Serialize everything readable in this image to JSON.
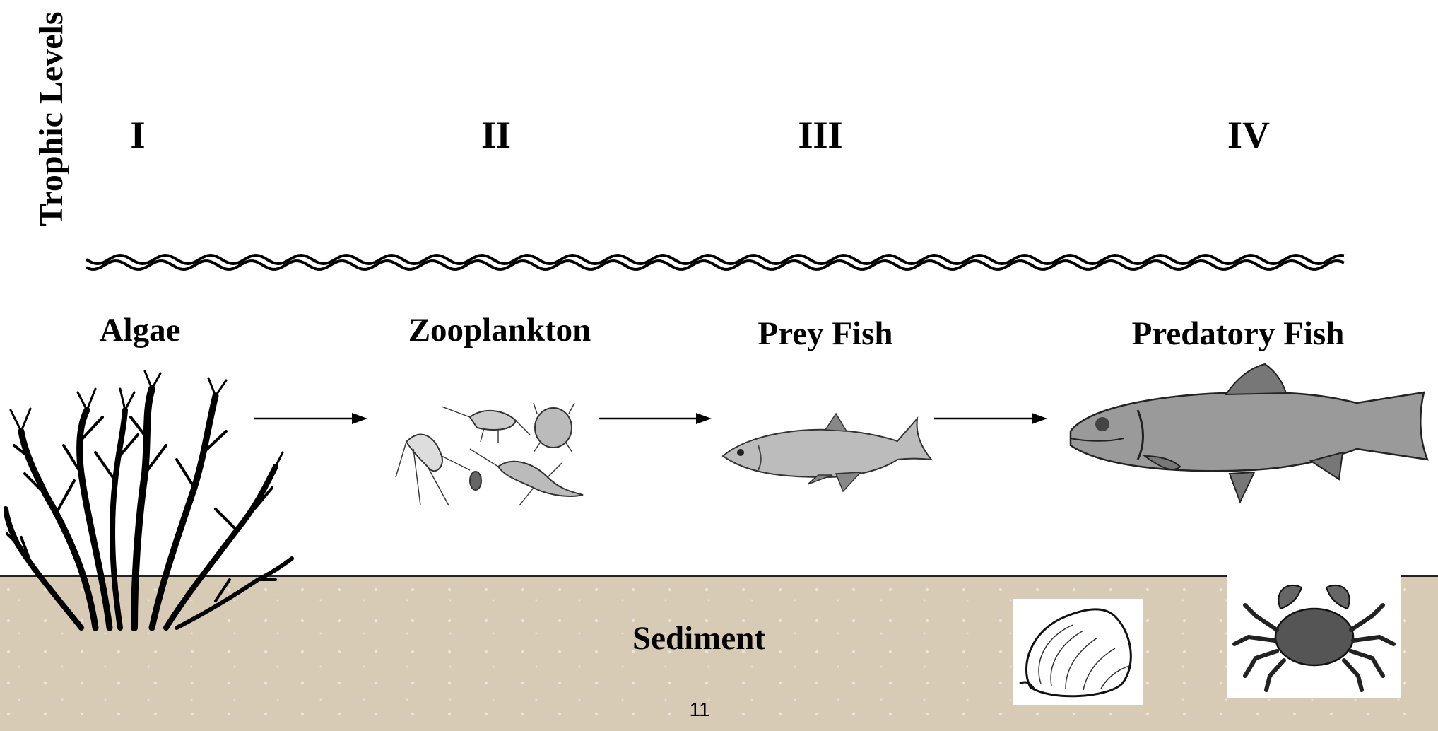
{
  "diagram": {
    "axis_title": "Trophic Levels",
    "levels": [
      "I",
      "II",
      "III",
      "IV"
    ],
    "organisms": [
      "Algae",
      "Zooplankton",
      "Prey Fish",
      "Predatory Fish"
    ],
    "bottom_label": "Sediment",
    "page_number": "11"
  },
  "icons": {
    "algae": "algae-branches-icon",
    "zooplankton": "zooplankton-cluster-icon",
    "prey_fish": "prey-fish-icon",
    "predatory_fish": "predatory-fish-icon",
    "clam": "clam-icon",
    "crab": "crab-icon"
  },
  "colors": {
    "sediment": "#d8cbb6",
    "ink": "#000000"
  }
}
